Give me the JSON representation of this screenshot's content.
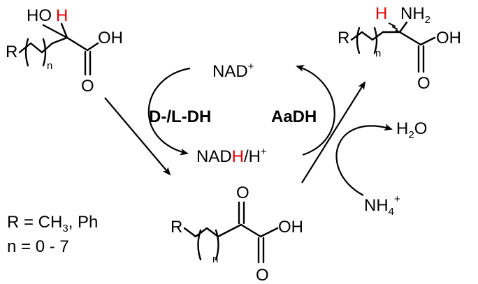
{
  "colors": {
    "highlight": "#e60000",
    "ink": "#000000"
  },
  "reactant": {
    "ho": "HO",
    "h": "H",
    "r": "R",
    "n": "n",
    "oh": "OH",
    "o": "O"
  },
  "product": {
    "h": "H",
    "nh": "NH",
    "nh_sub": "2",
    "r": "R",
    "n": "n",
    "oh": "OH",
    "o": "O"
  },
  "intermediate": {
    "r": "R",
    "n": "n",
    "o_top": "O",
    "oh": "OH",
    "o_bottom": "O"
  },
  "cofactors": {
    "nad": "NAD",
    "nad_sup": "+",
    "nadh_pre": "NAD",
    "nadh_h": "H",
    "nadh_post": "/H",
    "nadh_sup": "+"
  },
  "enzymes": {
    "dh": "D-/L-DH",
    "aadh": "AaDH"
  },
  "side_species": {
    "h2o_h": "H",
    "h2o_sub": "2",
    "h2o_o": "O",
    "nh4": "NH",
    "nh4_sub": "4",
    "nh4_sup": "+"
  },
  "legend": {
    "r_line_pre": "R = CH",
    "r_line_sub": "3",
    "r_line_post": ", Ph",
    "n_line": "n = 0 - 7"
  }
}
